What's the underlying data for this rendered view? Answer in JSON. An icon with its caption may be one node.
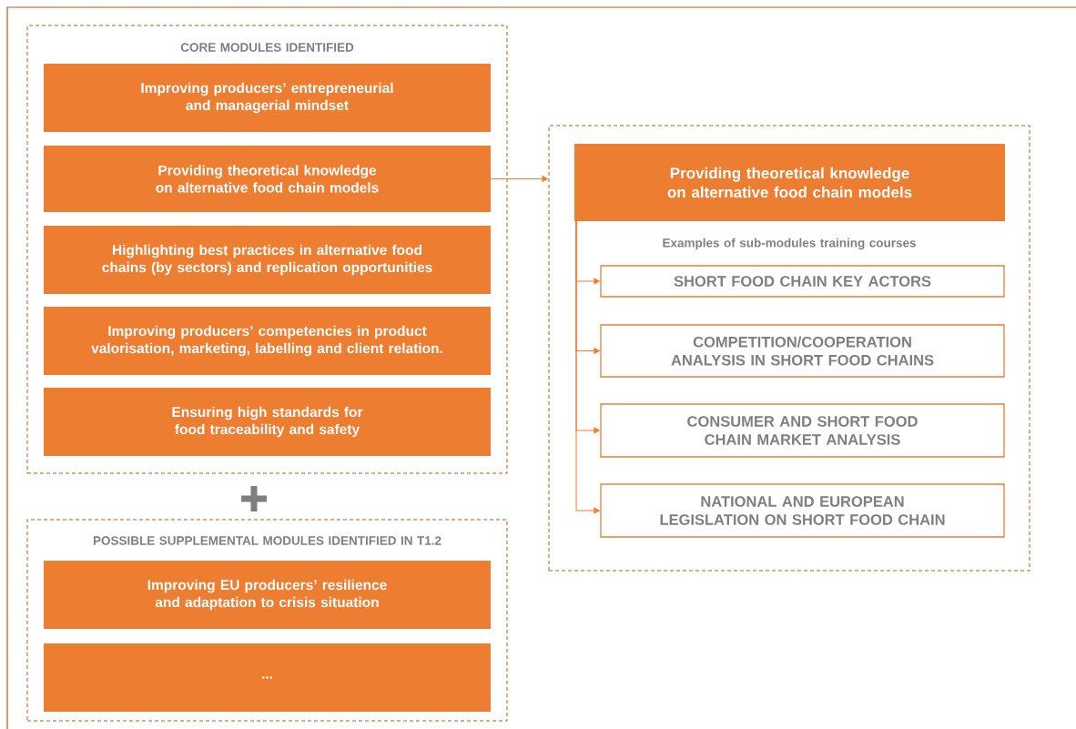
{
  "diagram": {
    "nodes": [
      {
        "text": [
          "CORE MODULES IDENTIFIED"
        ]
      },
      {
        "text": [
          "Improving producers’ entrepreneurial and managerial mindset"
        ],
        "in": 0
      },
      {
        "text": [
          "Providing theoretical knowledge on alternative food chain models"
        ],
        "in": 0
      },
      {
        "text": [
          "Highlighting best practices in alternative food chains (by sectors) and replication opportunities"
        ],
        "in": 0
      },
      {
        "text": [
          "Improving producers’ competencies in product valorisation, marketing, labelling and client relation."
        ],
        "in": 0
      },
      {
        "text": [
          "Ensuring high standards for food traceability and safety"
        ],
        "in": 0
      },
      {
        "text": [
          "POSSIBLE SUPPLEMENTAL MODULES IDENTIFIED IN T1.2"
        ]
      },
      {
        "text": [
          "Improving EU producers’ resilience and adaptation to crisis situation"
        ],
        "in": 6
      },
      {
        "text": [
          "..."
        ],
        "in": 6
      },
      {
        "text": [
          "Examples of sub-modules training courses"
        ]
      },
      {
        "text": [
          "Providing theoretical knowledge on alternative food chain models"
        ],
        "in": 9
      },
      {
        "text": [
          "SHORT FOOD CHAIN KEY ACTORS"
        ],
        "in": 9
      },
      {
        "text": [
          "COMPETITION/COOPERATION ANALYSIS IN SHORT FOOD CHAINS"
        ],
        "in": 9
      },
      {
        "text": [
          "CONSUMER AND SHORT FOOD CHAIN MARKET ANALYSIS"
        ],
        "in": 9
      },
      {
        "text": [
          "NATIONAL AND EUROPEAN LEGISLATION ON SHORT FOOD CHAIN"
        ],
        "in": 9
      }
    ],
    "edges": [
      {
        "from": 2,
        "to": 9,
        "arrow": "to"
      },
      {
        "from": 10,
        "to": 11,
        "arrow": "to"
      },
      {
        "from": 10,
        "to": 12,
        "arrow": "to"
      },
      {
        "from": 10,
        "to": 13,
        "arrow": "to"
      },
      {
        "from": 10,
        "to": 14,
        "arrow": "to"
      }
    ]
  }
}
